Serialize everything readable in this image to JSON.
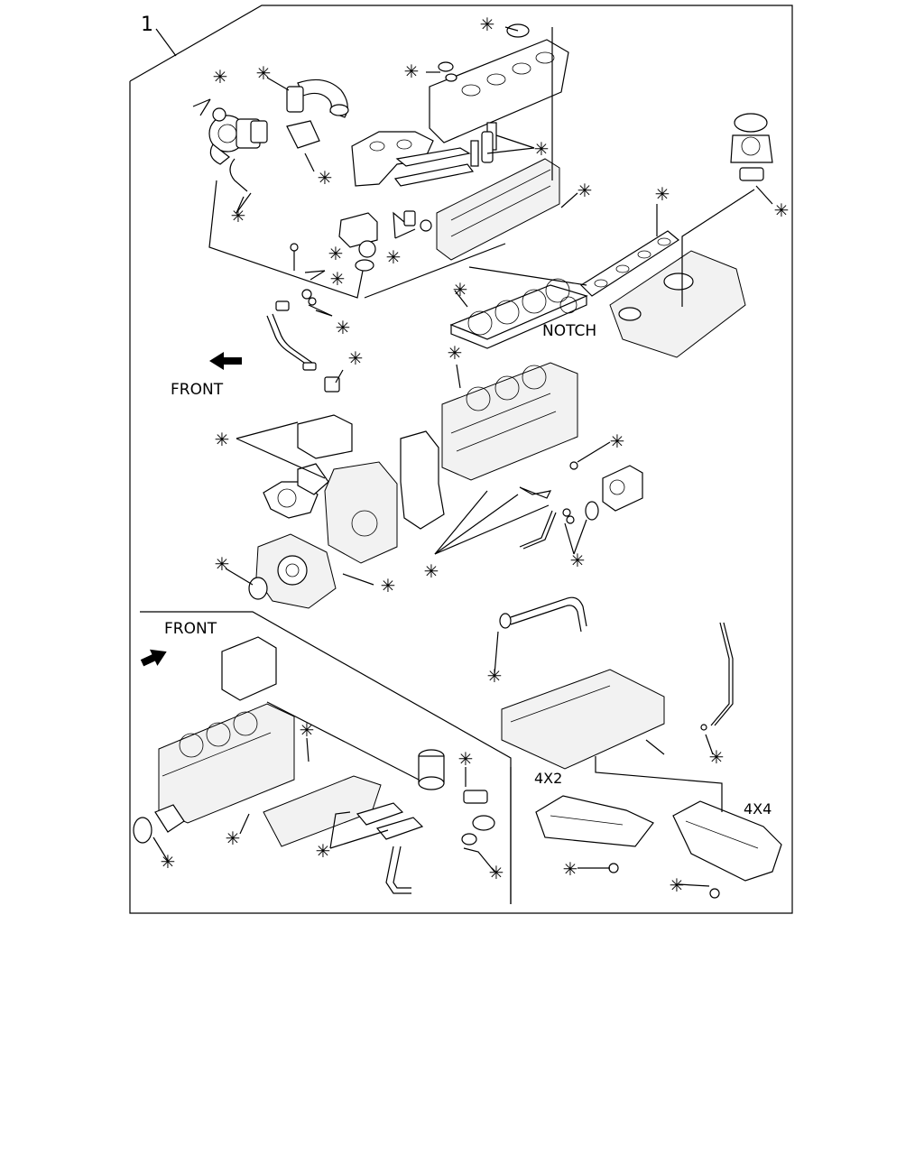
{
  "diagram": {
    "item_number": "1",
    "labels": {
      "front_top": "FRONT",
      "front_bottom": "FRONT",
      "notch": "NOTCH",
      "variant_4x2": "4X2",
      "variant_4x4": "4X4"
    },
    "kit_marker": "✳"
  }
}
